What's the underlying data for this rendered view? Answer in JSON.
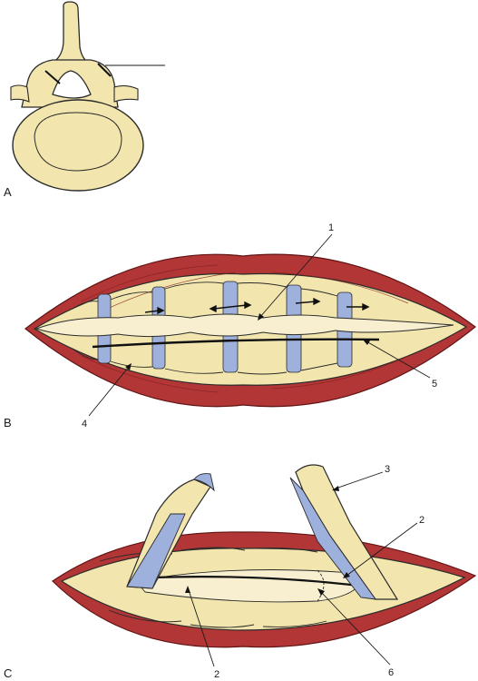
{
  "panels": {
    "a": "A",
    "b": "B",
    "c": "C"
  },
  "callouts": {
    "b1": "1",
    "b4": "4",
    "b5": "5",
    "c2_bottom": "2",
    "c2_right": "2",
    "c3": "3",
    "c6": "6"
  },
  "colors": {
    "bone_fill": "#f2e6ae",
    "bone_outline": "#2b2b2b",
    "muscle": "#b33636",
    "muscle_dark": "#7e1f1f",
    "ligament": "#9eb0dc",
    "cord": "#f7efcf"
  }
}
